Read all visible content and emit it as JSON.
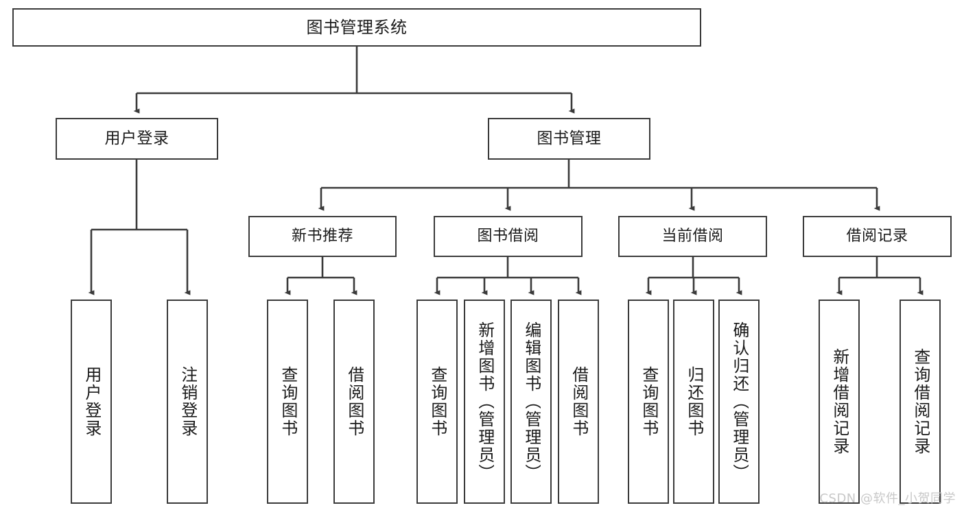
{
  "diagram": {
    "type": "tree-hierarchy",
    "title": "图书管理系统",
    "watermark": "CSDN @软件_小贺同学",
    "colors": {
      "box_border": "#3a3a3a",
      "box_fill": "#ffffff",
      "edge": "#3a3a3a",
      "text": "#1a1a1a",
      "watermark": "#c8c8c8",
      "background": "#ffffff"
    },
    "nodes": {
      "root": {
        "label": "图书管理系统"
      },
      "level2": [
        {
          "id": "user-login",
          "label": "用户登录"
        },
        {
          "id": "book-manage",
          "label": "图书管理"
        }
      ],
      "level3": [
        {
          "id": "new-book-recommend",
          "label": "新书推荐"
        },
        {
          "id": "book-borrow",
          "label": "图书借阅"
        },
        {
          "id": "current-borrow",
          "label": "当前借阅"
        },
        {
          "id": "borrow-record",
          "label": "借阅记录"
        }
      ],
      "leaves": {
        "user-login": [
          {
            "id": "leaf-user-login",
            "label": "用户登录"
          },
          {
            "id": "leaf-logout-login",
            "label": "注销登录"
          }
        ],
        "new-book-recommend": [
          {
            "id": "leaf-query-book-1",
            "label": "查询图书"
          },
          {
            "id": "leaf-borrow-book-1",
            "label": "借阅图书"
          }
        ],
        "book-borrow": [
          {
            "id": "leaf-query-book-2",
            "label": "查询图书"
          },
          {
            "id": "leaf-add-book",
            "label": "新增图书（管理员）"
          },
          {
            "id": "leaf-edit-book",
            "label": "编辑图书（管理员）"
          },
          {
            "id": "leaf-borrow-book-2",
            "label": "借阅图书"
          }
        ],
        "current-borrow": [
          {
            "id": "leaf-query-book-3",
            "label": "查询图书"
          },
          {
            "id": "leaf-return-book",
            "label": "归还图书"
          },
          {
            "id": "leaf-confirm-return",
            "label": "确认归还（管理员）"
          }
        ],
        "borrow-record": [
          {
            "id": "leaf-add-record",
            "label": "新增借阅记录"
          },
          {
            "id": "leaf-query-record",
            "label": "查询借阅记录"
          }
        ]
      }
    }
  }
}
